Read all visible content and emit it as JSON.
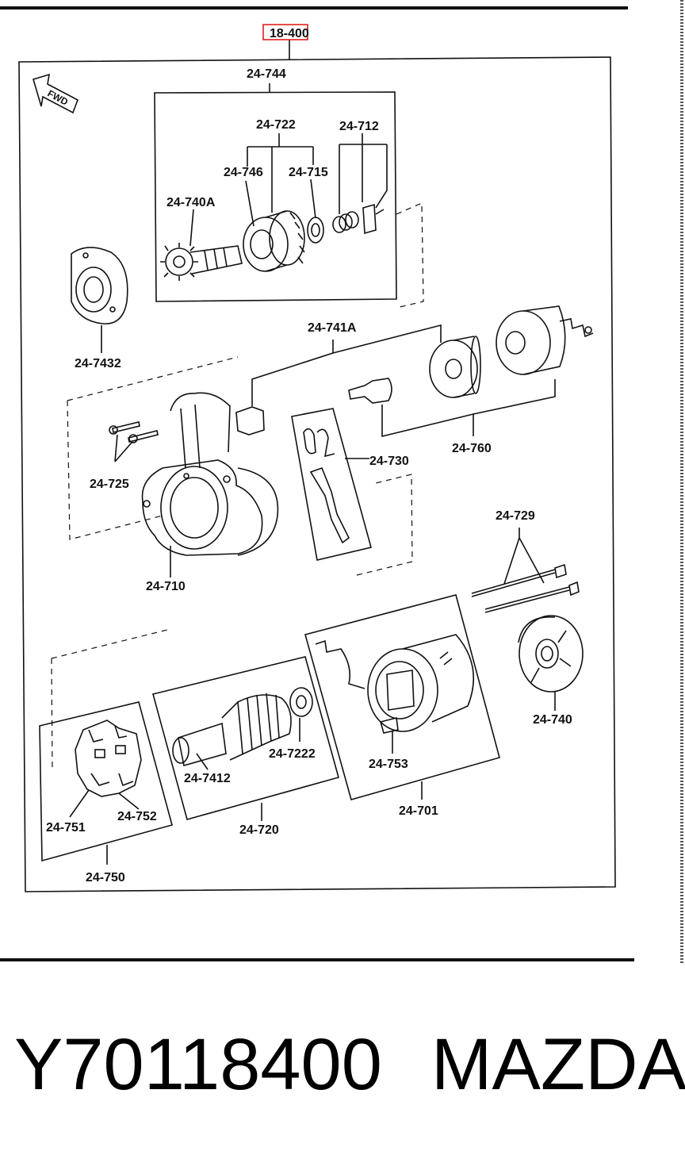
{
  "header_ref": "18-400",
  "fwd_label": "FWD",
  "labels": {
    "l24_744": "24-744",
    "l24_722": "24-722",
    "l24_712": "24-712",
    "l24_746": "24-746",
    "l24_715": "24-715",
    "l24_740A": "24-740A",
    "l24_7432": "24-7432",
    "l24_741A": "24-741A",
    "l24_725": "24-725",
    "l24_730": "24-730",
    "l24_760": "24-760",
    "l24_710": "24-710",
    "l24_729": "24-729",
    "l24_740": "24-740",
    "l24_7222": "24-7222",
    "l24_753": "24-753",
    "l24_7412": "24-7412",
    "l24_751": "24-751",
    "l24_752": "24-752",
    "l24_720": "24-720",
    "l24_701": "24-701",
    "l24_750": "24-750"
  },
  "footer": {
    "part_number": "Y70118400",
    "brand": "MAZDA"
  }
}
